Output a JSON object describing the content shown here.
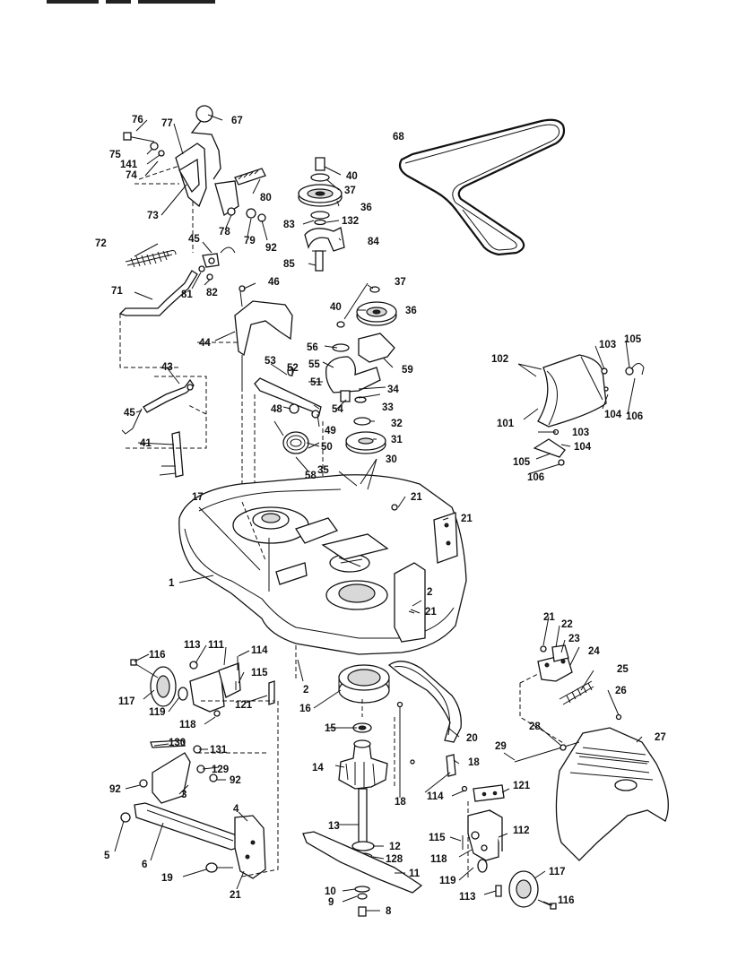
{
  "header_title": "",
  "callouts": [
    {
      "id": "c-76",
      "text": "76"
    },
    {
      "id": "c-77",
      "text": "77"
    },
    {
      "id": "c-67",
      "text": "67"
    },
    {
      "id": "c-75",
      "text": "75"
    },
    {
      "id": "c-141",
      "text": "141"
    },
    {
      "id": "c-74",
      "text": "74"
    },
    {
      "id": "c-73",
      "text": "73"
    },
    {
      "id": "c-80",
      "text": "80"
    },
    {
      "id": "c-78",
      "text": "78"
    },
    {
      "id": "c-79",
      "text": "79"
    },
    {
      "id": "c-92a",
      "text": "92"
    },
    {
      "id": "c-68",
      "text": "68"
    },
    {
      "id": "c-40a",
      "text": "40"
    },
    {
      "id": "c-37a",
      "text": "37"
    },
    {
      "id": "c-36a",
      "text": "36"
    },
    {
      "id": "c-83",
      "text": "83"
    },
    {
      "id": "c-132",
      "text": "132"
    },
    {
      "id": "c-84",
      "text": "84"
    },
    {
      "id": "c-85",
      "text": "85"
    },
    {
      "id": "c-72",
      "text": "72"
    },
    {
      "id": "c-45a",
      "text": "45"
    },
    {
      "id": "c-81",
      "text": "81"
    },
    {
      "id": "c-82",
      "text": "82"
    },
    {
      "id": "c-71",
      "text": "71"
    },
    {
      "id": "c-46",
      "text": "46"
    },
    {
      "id": "c-44",
      "text": "44"
    },
    {
      "id": "c-40b",
      "text": "40"
    },
    {
      "id": "c-37b",
      "text": "37"
    },
    {
      "id": "c-36b",
      "text": "36"
    },
    {
      "id": "c-56",
      "text": "56"
    },
    {
      "id": "c-55",
      "text": "55"
    },
    {
      "id": "c-59",
      "text": "59"
    },
    {
      "id": "c-53",
      "text": "53"
    },
    {
      "id": "c-52",
      "text": "52"
    },
    {
      "id": "c-51",
      "text": "51"
    },
    {
      "id": "c-34",
      "text": "34"
    },
    {
      "id": "c-43",
      "text": "43"
    },
    {
      "id": "c-48",
      "text": "48"
    },
    {
      "id": "c-54",
      "text": "54"
    },
    {
      "id": "c-33",
      "text": "33"
    },
    {
      "id": "c-45b",
      "text": "45"
    },
    {
      "id": "c-49",
      "text": "49"
    },
    {
      "id": "c-32",
      "text": "32"
    },
    {
      "id": "c-31",
      "text": "31"
    },
    {
      "id": "c-50",
      "text": "50"
    },
    {
      "id": "c-41",
      "text": "41"
    },
    {
      "id": "c-58",
      "text": "58"
    },
    {
      "id": "c-35",
      "text": "35"
    },
    {
      "id": "c-30",
      "text": "30"
    },
    {
      "id": "c-102",
      "text": "102"
    },
    {
      "id": "c-103a",
      "text": "103"
    },
    {
      "id": "c-105a",
      "text": "105"
    },
    {
      "id": "c-101",
      "text": "101"
    },
    {
      "id": "c-104a",
      "text": "104"
    },
    {
      "id": "c-106a",
      "text": "106"
    },
    {
      "id": "c-103b",
      "text": "103"
    },
    {
      "id": "c-104b",
      "text": "104"
    },
    {
      "id": "c-105b",
      "text": "105"
    },
    {
      "id": "c-106b",
      "text": "106"
    },
    {
      "id": "c-17",
      "text": "17"
    },
    {
      "id": "c-21a",
      "text": "21"
    },
    {
      "id": "c-21b",
      "text": "21"
    },
    {
      "id": "c-1",
      "text": "1"
    },
    {
      "id": "c-2a",
      "text": "2"
    },
    {
      "id": "c-21c",
      "text": "21"
    },
    {
      "id": "c-116a",
      "text": "116"
    },
    {
      "id": "c-113a",
      "text": "113"
    },
    {
      "id": "c-111",
      "text": "111"
    },
    {
      "id": "c-114a",
      "text": "114"
    },
    {
      "id": "c-115a",
      "text": "115"
    },
    {
      "id": "c-117a",
      "text": "117"
    },
    {
      "id": "c-119a",
      "text": "119"
    },
    {
      "id": "c-118a",
      "text": "118"
    },
    {
      "id": "c-121a",
      "text": "121"
    },
    {
      "id": "c-2b",
      "text": "2"
    },
    {
      "id": "c-16",
      "text": "16"
    },
    {
      "id": "c-15",
      "text": "15"
    },
    {
      "id": "c-20",
      "text": "20"
    },
    {
      "id": "c-21d",
      "text": "21"
    },
    {
      "id": "c-22",
      "text": "22"
    },
    {
      "id": "c-23",
      "text": "23"
    },
    {
      "id": "c-24",
      "text": "24"
    },
    {
      "id": "c-25",
      "text": "25"
    },
    {
      "id": "c-26",
      "text": "26"
    },
    {
      "id": "c-28",
      "text": "28"
    },
    {
      "id": "c-27",
      "text": "27"
    },
    {
      "id": "c-29",
      "text": "29"
    },
    {
      "id": "c-130",
      "text": "130"
    },
    {
      "id": "c-131",
      "text": "131"
    },
    {
      "id": "c-129",
      "text": "129"
    },
    {
      "id": "c-92b",
      "text": "92"
    },
    {
      "id": "c-92c",
      "text": "92"
    },
    {
      "id": "c-3",
      "text": "3"
    },
    {
      "id": "c-14",
      "text": "14"
    },
    {
      "id": "c-18a",
      "text": "18"
    },
    {
      "id": "c-18b",
      "text": "18"
    },
    {
      "id": "c-114b",
      "text": "114"
    },
    {
      "id": "c-121b",
      "text": "121"
    },
    {
      "id": "c-4",
      "text": "4"
    },
    {
      "id": "c-5",
      "text": "5"
    },
    {
      "id": "c-6",
      "text": "6"
    },
    {
      "id": "c-13",
      "text": "13"
    },
    {
      "id": "c-12",
      "text": "12"
    },
    {
      "id": "c-128",
      "text": "128"
    },
    {
      "id": "c-115b",
      "text": "115"
    },
    {
      "id": "c-112",
      "text": "112"
    },
    {
      "id": "c-118b",
      "text": "118"
    },
    {
      "id": "c-117b",
      "text": "117"
    },
    {
      "id": "c-19",
      "text": "19"
    },
    {
      "id": "c-21e",
      "text": "21"
    },
    {
      "id": "c-11",
      "text": "11"
    },
    {
      "id": "c-119b",
      "text": "119"
    },
    {
      "id": "c-10",
      "text": "10"
    },
    {
      "id": "c-113b",
      "text": "113"
    },
    {
      "id": "c-116b",
      "text": "116"
    },
    {
      "id": "c-9",
      "text": "9"
    },
    {
      "id": "c-8",
      "text": "8"
    }
  ]
}
